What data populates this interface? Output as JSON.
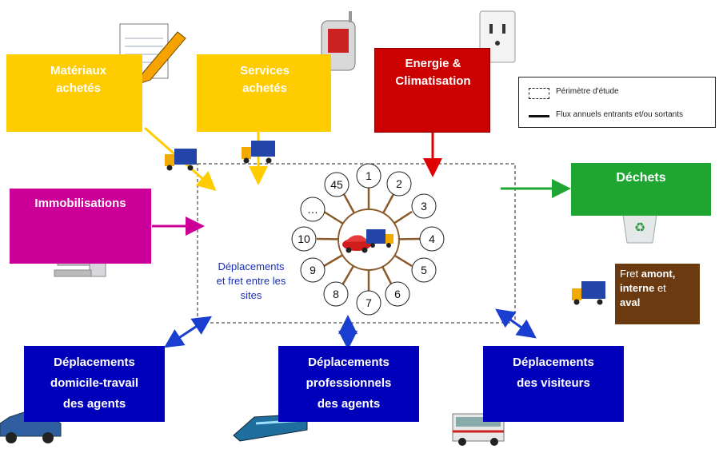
{
  "boxes": {
    "materiaux": "Matériaux\nachetés",
    "services": "Services\nachetés",
    "energie": "Energie &\nClimatisation",
    "immobilisations": "Immobilisations",
    "dechets": "Déchets",
    "domicile": "Déplacements\ndomicile-travail\ndes agents",
    "professionnels": "Déplacements\nprofessionnels\ndes agents",
    "visiteurs": "Déplacements\ndes visiteurs"
  },
  "fret": {
    "p1": "Fret ",
    "b1": "amont,",
    "b2": "interne",
    "p2": " et",
    "b3": "aval"
  },
  "center_label": "Déplacements\net fret entre les\nsites",
  "legend": {
    "perimetre": "Périmètre d'étude",
    "flux": "Flux annuels entrants et/ou sortants"
  },
  "sites": [
    "1",
    "2",
    "3",
    "4",
    "5",
    "6",
    "7",
    "8",
    "9",
    "10",
    "…",
    "45"
  ],
  "icons": [
    "notepad-pencil-icon",
    "mobile-phone-icon",
    "power-outlet-icon",
    "truck-icon",
    "computer-icon",
    "recycle-bin-icon",
    "car-icon",
    "train-icon",
    "bus-icon"
  ],
  "colors": {
    "yellow": "#ffcc00",
    "red": "#cc0000",
    "magenta": "#cc0099",
    "green": "#1fa532",
    "blue": "#0000bb",
    "brown": "#6b3a11"
  }
}
